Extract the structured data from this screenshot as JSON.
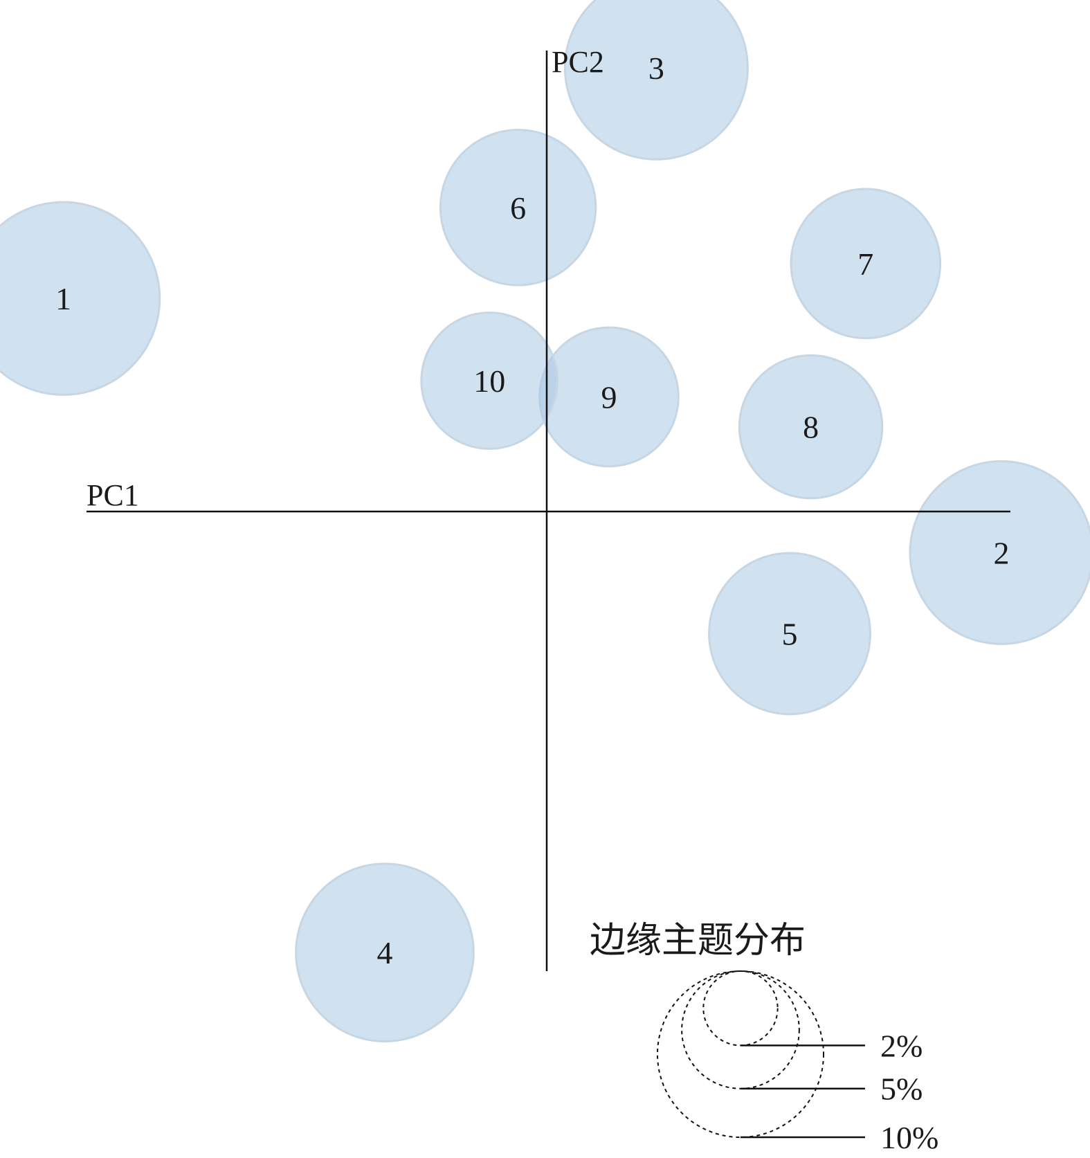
{
  "chart_data": {
    "type": "scatter",
    "axes": {
      "x_label": "PC1",
      "y_label": "PC2"
    },
    "points": [
      {
        "label": "1",
        "x": -3.88,
        "y": 1.71,
        "size_pct": 10.0
      },
      {
        "label": "2",
        "x": 3.65,
        "y": -0.33,
        "size_pct": 9.0
      },
      {
        "label": "3",
        "x": 0.88,
        "y": 3.56,
        "size_pct": 9.0
      },
      {
        "label": "4",
        "x": -1.3,
        "y": -3.54,
        "size_pct": 8.5
      },
      {
        "label": "5",
        "x": 1.95,
        "y": -0.98,
        "size_pct": 7.0
      },
      {
        "label": "6",
        "x": -0.23,
        "y": 2.44,
        "size_pct": 6.5
      },
      {
        "label": "7",
        "x": 2.56,
        "y": 1.99,
        "size_pct": 6.0
      },
      {
        "label": "8",
        "x": 2.12,
        "y": 0.68,
        "size_pct": 5.5
      },
      {
        "label": "9",
        "x": 0.5,
        "y": 0.92,
        "size_pct": 5.2
      },
      {
        "label": "10",
        "x": -0.46,
        "y": 1.05,
        "size_pct": 5.0
      }
    ],
    "size_legend": {
      "title": "边缘主题分布",
      "levels": [
        {
          "label": "2%",
          "pct": 2
        },
        {
          "label": "5%",
          "pct": 5
        },
        {
          "label": "10%",
          "pct": 10
        }
      ]
    },
    "colors": {
      "bubble_fill": "#a9c8e3",
      "bubble_stroke": "#c7d6e3",
      "axis": "#111111"
    }
  }
}
